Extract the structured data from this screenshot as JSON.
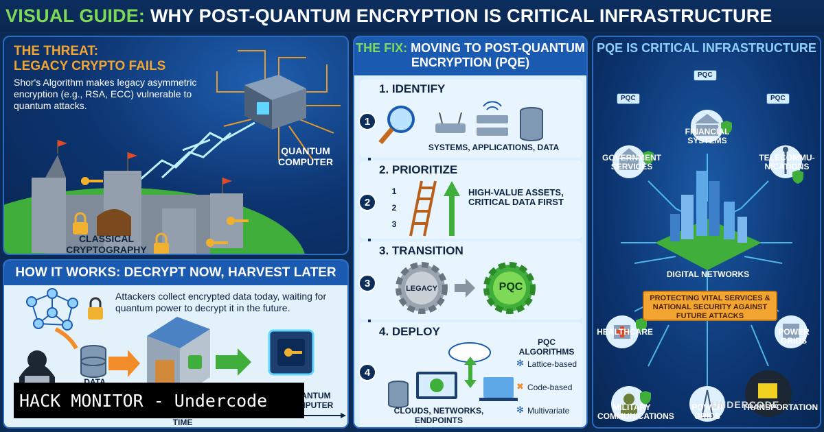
{
  "header": {
    "title_highlight": "VISUAL GUIDE:",
    "title_rest": " WHY POST-QUANTUM ENCRYPTION IS CRITICAL INFRASTRUCTURE"
  },
  "threat": {
    "title_line1": "THE THREAT:",
    "title_line2": "LEGACY CRYPTO FAILS",
    "description": "Shor's Algorithm makes legacy asymmetric encryption (e.g., RSA, ECC) vulnerable to quantum attacks.",
    "quantum_label": "QUANTUM COMPUTER",
    "classical_label": "CLASSICAL CRYPTOGRAPHY"
  },
  "how": {
    "title": "HOW IT WORKS: DECRYPT NOW, HARVEST LATER",
    "description": "Attackers collect encrypted data today, waiting for quantum power to decrypt it in the future.",
    "data_label": "DATA",
    "quantum_label": "QUANTUM COMPUTER",
    "time_label": "TIME"
  },
  "fix": {
    "title_highlight": "THE FIX:",
    "title_rest": " MOVING TO POST-QUANTUM ENCRYPTION (PQE)",
    "steps": [
      {
        "num": "1",
        "title": "1. IDENTIFY",
        "caption": "SYSTEMS, APPLICATIONS, DATA"
      },
      {
        "num": "2",
        "title": "2. PRIORITIZE",
        "caption": "HIGH-VALUE ASSETS, CRITICAL DATA FIRST",
        "ladder": [
          "1",
          "2",
          "3"
        ]
      },
      {
        "num": "3",
        "title": "3. TRANSITION",
        "from": "LEGACY",
        "to": "PQC"
      },
      {
        "num": "4",
        "title": "4. DEPLOY",
        "caption": "CLOUDS, NETWORKS, ENDPOINTS",
        "algorithms_title": "PQC ALGORITHMS",
        "algorithms": [
          "Lattice-based",
          "Code-based",
          "Multivariate"
        ]
      }
    ]
  },
  "pqe": {
    "title": "PQE IS CRITICAL INFRASTRUCTURE",
    "badge": "PQC",
    "nodes": {
      "government": "GOVERNMENT SERVICES",
      "financial": "FINANCIAL SYSTEMS",
      "telecom": "TELECOMMU-NICATIONS",
      "digital": "DIGITAL NETWORKS",
      "healthcare": "HEALTHCARE",
      "power_grids_r": "POWER GRIDS",
      "military": "MILITARY COMMUNICATIONS",
      "power_grids": "POWER GRIDS",
      "transportation": "TRANSPORTATION"
    },
    "banner": "PROTECTING VITAL SERVICES & NATIONAL SECURITY AGAINST FUTURE ATTACKS"
  },
  "watermark": {
    "text": "HACK MONITOR - Undercode",
    "logo_text": "UNDERCODE"
  },
  "colors": {
    "accent_green": "#7ed957",
    "accent_orange": "#f2a531",
    "navy": "#0b2a55",
    "blue": "#1a5ab0"
  }
}
